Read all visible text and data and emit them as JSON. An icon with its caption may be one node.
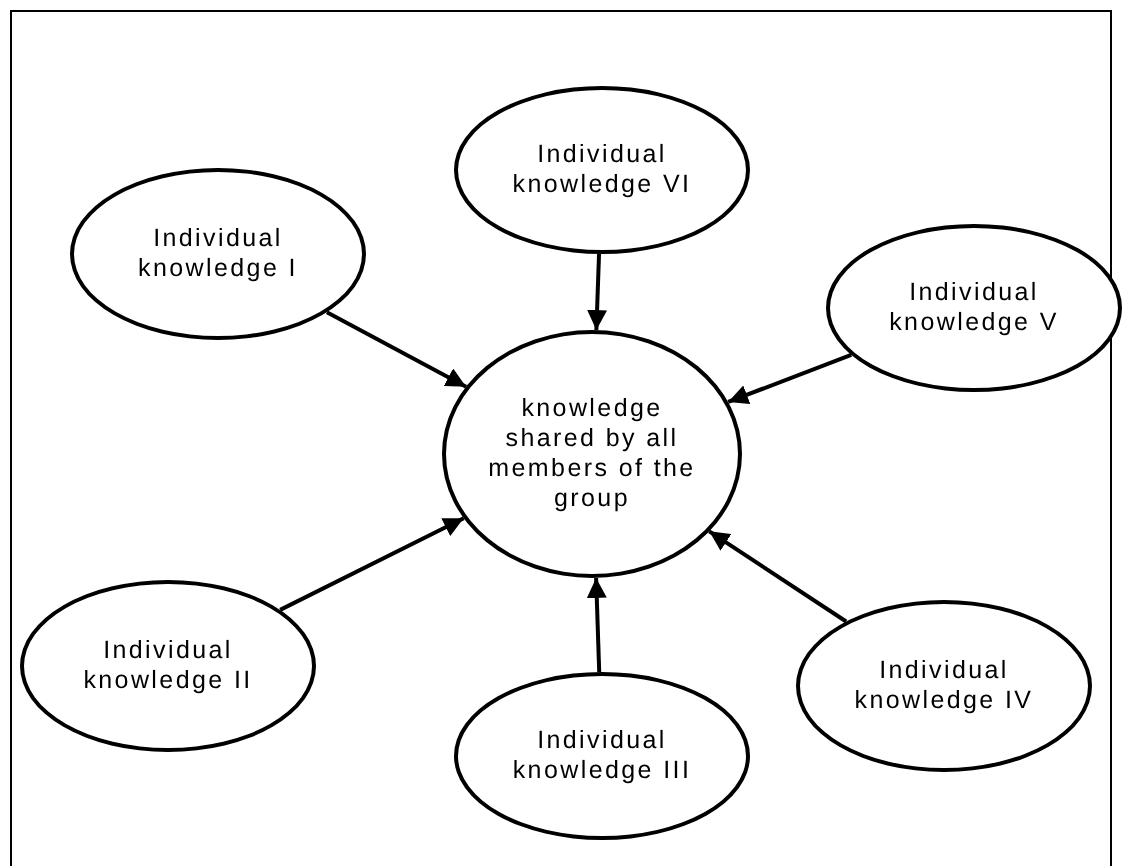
{
  "diagram": {
    "nodes": [
      {
        "text": [
          "Individual knowledge VI"
        ]
      },
      {
        "text": [
          "Individual knowledge I"
        ]
      },
      {
        "text": [
          "Individual knowledge V"
        ]
      },
      {
        "text": [
          "knowledge shared by all members of the group"
        ]
      },
      {
        "text": [
          "Individual knowledge II"
        ]
      },
      {
        "text": [
          "Individual knowledge IV"
        ]
      },
      {
        "text": [
          "Individual knowledge III"
        ]
      }
    ],
    "edges": [
      {
        "from": 0,
        "to": 3,
        "arrow": "to"
      },
      {
        "from": 1,
        "to": 3,
        "arrow": "to"
      },
      {
        "from": 2,
        "to": 3,
        "arrow": "to"
      },
      {
        "from": 4,
        "to": 3,
        "arrow": "to"
      },
      {
        "from": 5,
        "to": 3,
        "arrow": "to"
      },
      {
        "from": 6,
        "to": 3,
        "arrow": "to"
      }
    ]
  }
}
